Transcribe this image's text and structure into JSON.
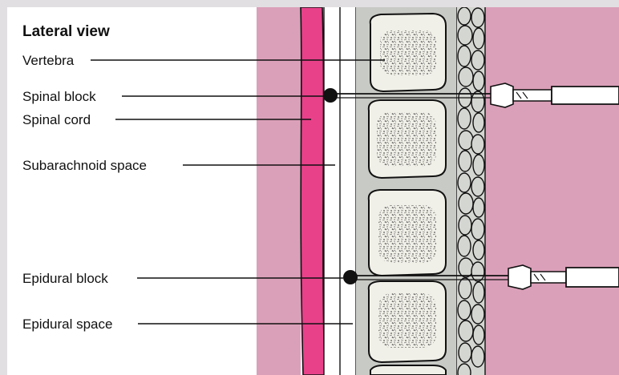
{
  "diagram": {
    "title": "Lateral view",
    "labels": {
      "vertebra": "Vertebra",
      "spinal_block": "Spinal block",
      "spinal_cord": "Spinal cord",
      "subarachnoid_space": "Subarachnoid space",
      "epidural_block": "Epidural block",
      "epidural_space": "Epidural space"
    },
    "colors": {
      "tissue": "#dba0b9",
      "spinal_cord": "#e8418a",
      "vertebra_bg": "#c8cac5",
      "bone_fill": "#f1f0e8",
      "fat_fill": "#d4d6d1",
      "frame": "#e2dfe2",
      "line": "#111111"
    }
  }
}
